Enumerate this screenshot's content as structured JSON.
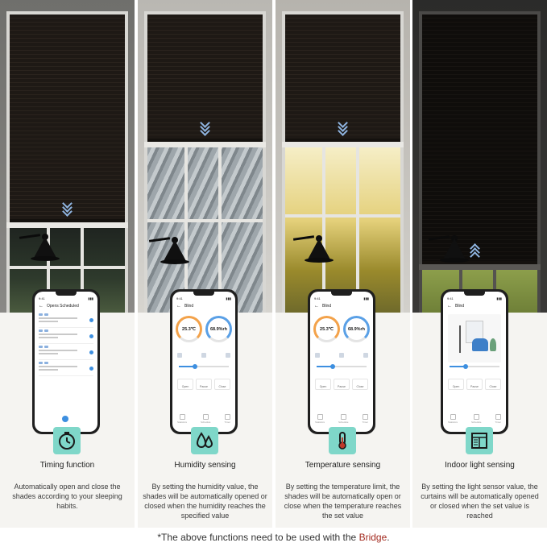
{
  "panels": [
    {
      "title": "Timing function",
      "description": "Automatically open and close the shades according to your sleeping habits.",
      "icon": "timer-stopwatch-icon",
      "phone_screen_title": "Opens Scheduled"
    },
    {
      "title": "Humidity sensing",
      "description": "By setting the humidity value, the shades will be automatically opened or closed when the humidity reaches the specified value",
      "icon": "water-drops-icon",
      "phone_screen_title": "Blind",
      "gauge_temperature": "25.3℃",
      "gauge_humidity": "68.9%rh"
    },
    {
      "title": "Temperature sensing",
      "description": "By setting the temperature limit, the shades will be automatically open or close when the temperature reaches the set value",
      "icon": "thermometer-icon",
      "phone_screen_title": "Blind",
      "gauge_temperature": "25.3℃",
      "gauge_humidity": "68.9%rh"
    },
    {
      "title": "Indoor light sensing",
      "description": "By setting the light sensor value, the curtains will be automatically opened or closed when the set value is reached",
      "icon": "window-light-icon",
      "phone_screen_title": "Blind"
    }
  ],
  "phone_buttons": [
    "Open",
    "Pause",
    "Close"
  ],
  "phone_tabs": [
    "Statistics",
    "Schedule",
    "Timer"
  ],
  "footer": {
    "prefix": "*The above functions need to be used with the ",
    "brand": "Bridge",
    "suffix": "."
  },
  "colors": {
    "icon_bg": "#7fd7c9",
    "accent_blue": "#3d8fe0",
    "accent_orange": "#f3a24a",
    "bridge_red": "#a32b20"
  }
}
